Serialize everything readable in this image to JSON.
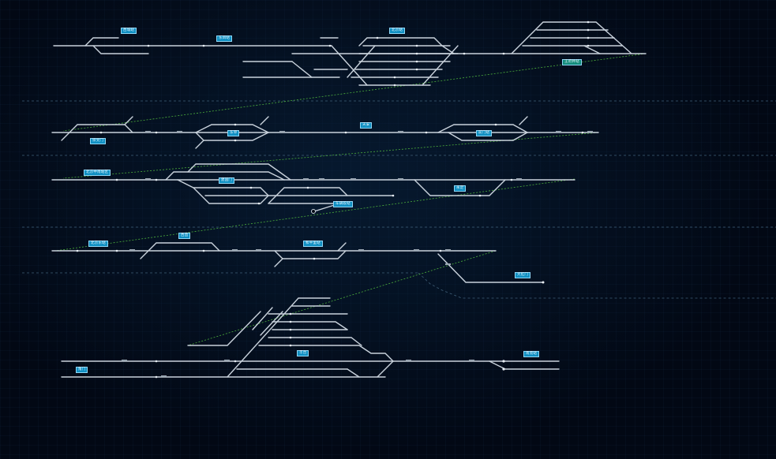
{
  "stations": [
    {
      "id": "s1",
      "text": "西城站"
    },
    {
      "id": "s2",
      "text": "东四站"
    },
    {
      "id": "s3",
      "text": "北京站"
    },
    {
      "id": "s4",
      "text": "王府井站"
    },
    {
      "id": "s5",
      "text": "崇文门"
    },
    {
      "id": "s6",
      "text": "东单"
    },
    {
      "id": "s7",
      "text": "天安"
    },
    {
      "id": "s8",
      "text": "前门站"
    },
    {
      "id": "s9",
      "text": "北京中南站区"
    },
    {
      "id": "s10",
      "text": "建国门"
    },
    {
      "id": "s11",
      "text": "永定"
    },
    {
      "id": "s12",
      "text": "车辆段站"
    },
    {
      "id": "s13",
      "text": "北京东站"
    },
    {
      "id": "s14",
      "text": "西直"
    },
    {
      "id": "s15",
      "text": "和平里站"
    },
    {
      "id": "s16",
      "text": "大红门"
    },
    {
      "id": "s17",
      "text": "丰台"
    },
    {
      "id": "s18",
      "text": "南苑站"
    },
    {
      "id": "s19",
      "text": "角门"
    }
  ],
  "colors": {
    "track": "#c9d2dc",
    "label_bg": "#0f8fc2",
    "link": "#4caf3c",
    "separator": "#3f5f78",
    "background": "#020814"
  }
}
